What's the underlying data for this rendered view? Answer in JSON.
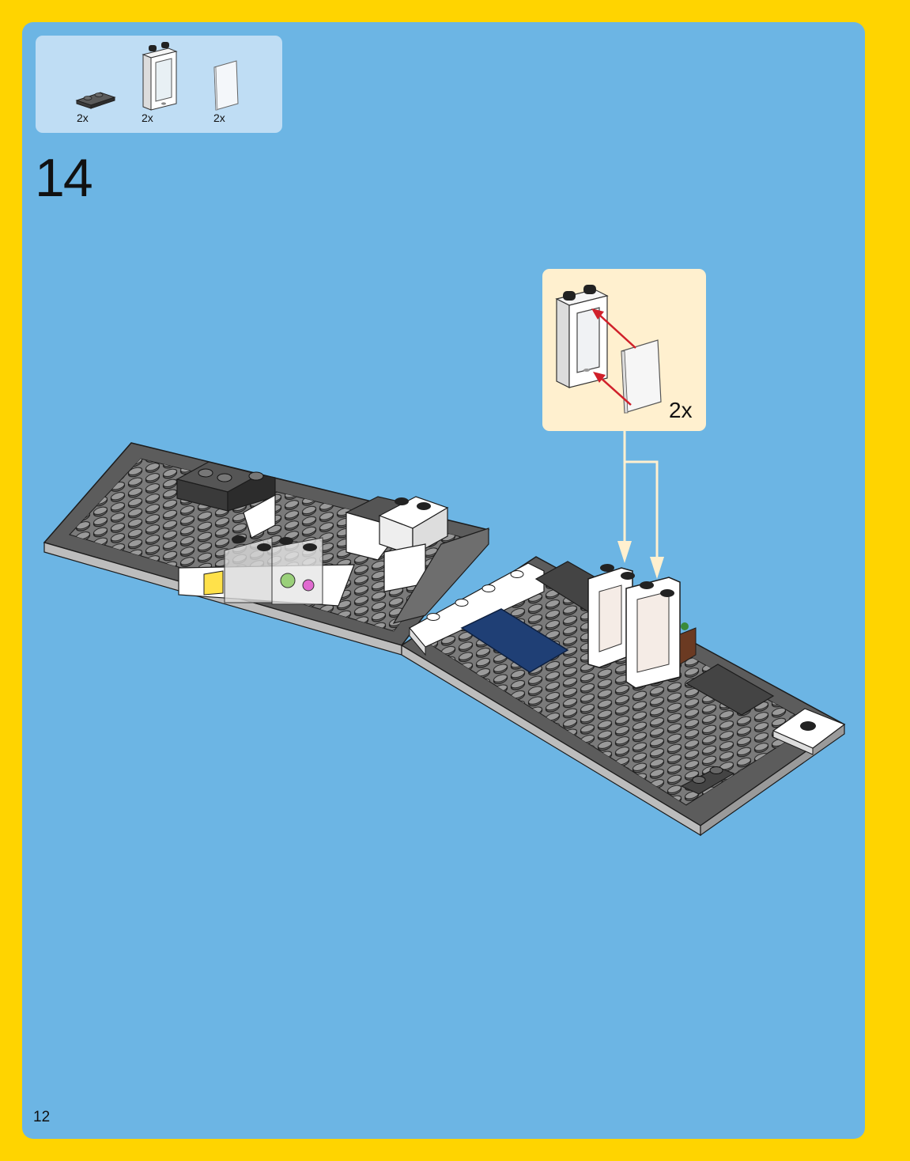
{
  "parts_list": {
    "items": [
      {
        "name": "dark-gray-plate-part",
        "quantity": "2x"
      },
      {
        "name": "white-window-frame-part",
        "quantity": "2x"
      },
      {
        "name": "window-glass-part",
        "quantity": "2x"
      }
    ]
  },
  "step": {
    "number": "14"
  },
  "callout": {
    "quantity": "2x"
  },
  "page": {
    "number": "12"
  },
  "colors": {
    "page_border": "#FFD400",
    "panel": "#6CB5E4",
    "parts_box": "#BFDDF4",
    "callout": "#FFF0CF",
    "arrow_red": "#D0202A",
    "arrow_cream": "#FFF0CF"
  }
}
